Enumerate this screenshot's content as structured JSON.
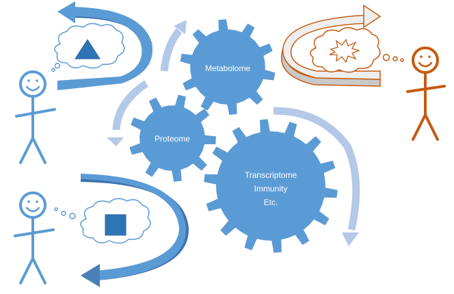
{
  "gears": {
    "metabolome": {
      "label": "Metabolome"
    },
    "proteome": {
      "label": "Proteome"
    },
    "transcriptome": {
      "lines": [
        "Transcriptome",
        "Immunity",
        "Etc."
      ]
    }
  },
  "colors": {
    "gear": "#5b9bd5",
    "gear_dark": "#4a87c0",
    "cycle_arrow": "#b4c8e8",
    "blue_person": "#5b9bd5",
    "blue_ribbon": "#4a7fb8",
    "orange_person": "#c55a11",
    "orange_ribbon_fill": "#eeeeee",
    "orange_ribbon_back": "#c9c9c9",
    "cloud_stroke": "#5b9bd5",
    "explosion_stroke": "#c55a11"
  },
  "icons": {
    "blue_top_thought": "triangle-icon",
    "blue_bottom_thought": "square-icon",
    "orange_thought": "explosion-icon"
  }
}
